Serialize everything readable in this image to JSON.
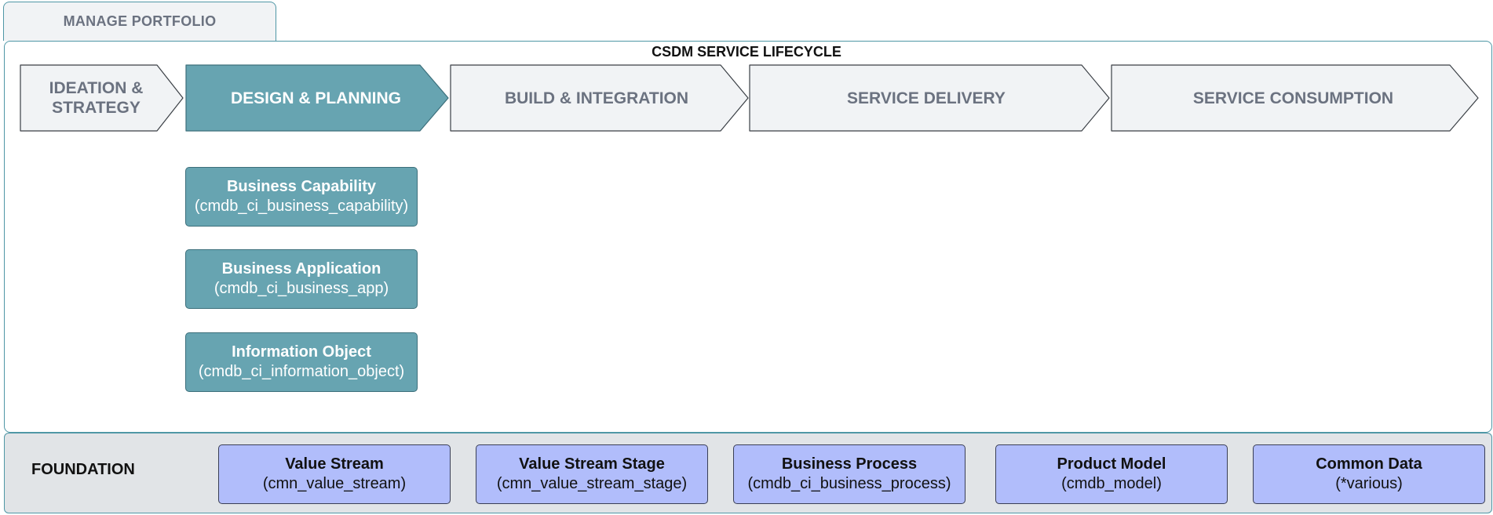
{
  "tab": {
    "label": "MANAGE PORTFOLIO"
  },
  "lifecycle": {
    "title": "CSDM SERVICE LIFECYCLE",
    "stages": [
      {
        "label": "IDEATION & STRATEGY",
        "active": false
      },
      {
        "label": "DESIGN & PLANNING",
        "active": true
      },
      {
        "label": "BUILD & INTEGRATION",
        "active": false
      },
      {
        "label": "SERVICE DELIVERY",
        "active": false
      },
      {
        "label": "SERVICE CONSUMPTION",
        "active": false
      }
    ],
    "design_items": [
      {
        "name": "Business Capability",
        "table": "(cmdb_ci_business_capability)"
      },
      {
        "name": "Business Application",
        "table": "(cmdb_ci_business_app)"
      },
      {
        "name": "Information Object",
        "table": "(cmdb_ci_information_object)"
      }
    ]
  },
  "foundation": {
    "label": "FOUNDATION",
    "items": [
      {
        "name": "Value Stream",
        "table": "(cmn_value_stream)"
      },
      {
        "name": "Value Stream Stage",
        "table": "(cmn_value_stream_stage)"
      },
      {
        "name": "Business Process",
        "table": "(cmdb_ci_business_process)"
      },
      {
        "name": "Product Model",
        "table": "(cmdb_model)"
      },
      {
        "name": "Common Data",
        "table": "(*various)"
      }
    ]
  },
  "colors": {
    "accent_teal": "#67a4b1",
    "teal_border": "#3c6f7b",
    "chevron_fill": "#f1f3f5",
    "foundation_box": "#b1bdfb",
    "foundation_bg": "#e1e4e7"
  }
}
